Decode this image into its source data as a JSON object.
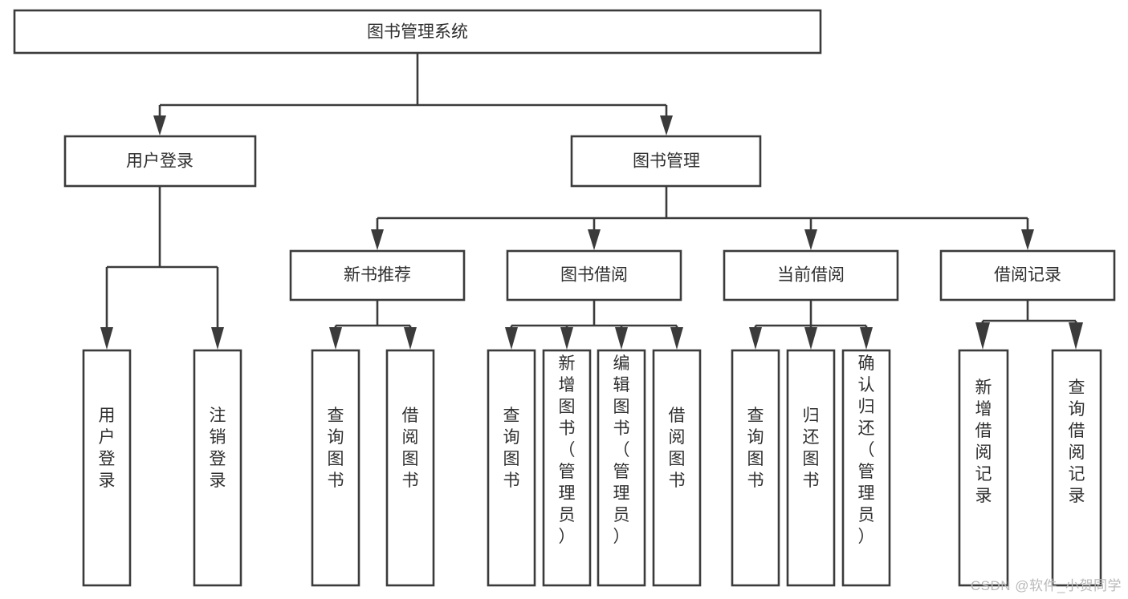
{
  "diagram": {
    "title": "图书管理系统",
    "type": "tree-hierarchy-diagram",
    "watermark": "CSDN @软件_小贺同学",
    "colors": {
      "stroke": "#3b3b3b",
      "fill": "#ffffff",
      "text": "#2f2f2f",
      "background": "#ffffff",
      "watermark": "#b9b9b9"
    },
    "levels": {
      "root": {
        "label": "图书管理系统",
        "orientation": "horizontal"
      },
      "level2": [
        {
          "id": "user-login",
          "label": "用户登录",
          "orientation": "horizontal"
        },
        {
          "id": "book-management",
          "label": "图书管理",
          "orientation": "horizontal"
        }
      ],
      "level3": [
        {
          "id": "new-book-recommend",
          "label": "新书推荐",
          "orientation": "horizontal",
          "parent": "book-management"
        },
        {
          "id": "book-borrow",
          "label": "图书借阅",
          "orientation": "horizontal",
          "parent": "book-management"
        },
        {
          "id": "current-borrow",
          "label": "当前借阅",
          "orientation": "horizontal",
          "parent": "book-management"
        },
        {
          "id": "borrow-record",
          "label": "借阅记录",
          "orientation": "horizontal",
          "parent": "book-management"
        }
      ],
      "leaves": [
        {
          "id": "leaf-user-login",
          "label": "用户登录",
          "orientation": "vertical",
          "parent": "user-login"
        },
        {
          "id": "leaf-logout-login",
          "label": "注销登录",
          "orientation": "vertical",
          "parent": "user-login"
        },
        {
          "id": "leaf-query-book-1",
          "label": "查询图书",
          "orientation": "vertical",
          "parent": "new-book-recommend"
        },
        {
          "id": "leaf-borrow-book-1",
          "label": "借阅图书",
          "orientation": "vertical",
          "parent": "new-book-recommend"
        },
        {
          "id": "leaf-query-book-2",
          "label": "查询图书",
          "orientation": "vertical",
          "parent": "book-borrow"
        },
        {
          "id": "leaf-add-book",
          "label": "新增图书（管理员）",
          "orientation": "vertical",
          "parent": "book-borrow"
        },
        {
          "id": "leaf-edit-book",
          "label": "编辑图书（管理员）",
          "orientation": "vertical",
          "parent": "book-borrow"
        },
        {
          "id": "leaf-borrow-book-2",
          "label": "借阅图书",
          "orientation": "vertical",
          "parent": "book-borrow"
        },
        {
          "id": "leaf-query-book-3",
          "label": "查询图书",
          "orientation": "vertical",
          "parent": "current-borrow"
        },
        {
          "id": "leaf-return-book",
          "label": "归还图书",
          "orientation": "vertical",
          "parent": "current-borrow"
        },
        {
          "id": "leaf-confirm-return",
          "label": "确认归还（管理员）",
          "orientation": "vertical",
          "parent": "current-borrow"
        },
        {
          "id": "leaf-add-record",
          "label": "新增借阅记录",
          "orientation": "vertical",
          "parent": "borrow-record"
        },
        {
          "id": "leaf-query-record",
          "label": "查询借阅记录",
          "orientation": "vertical",
          "parent": "borrow-record"
        }
      ]
    }
  }
}
